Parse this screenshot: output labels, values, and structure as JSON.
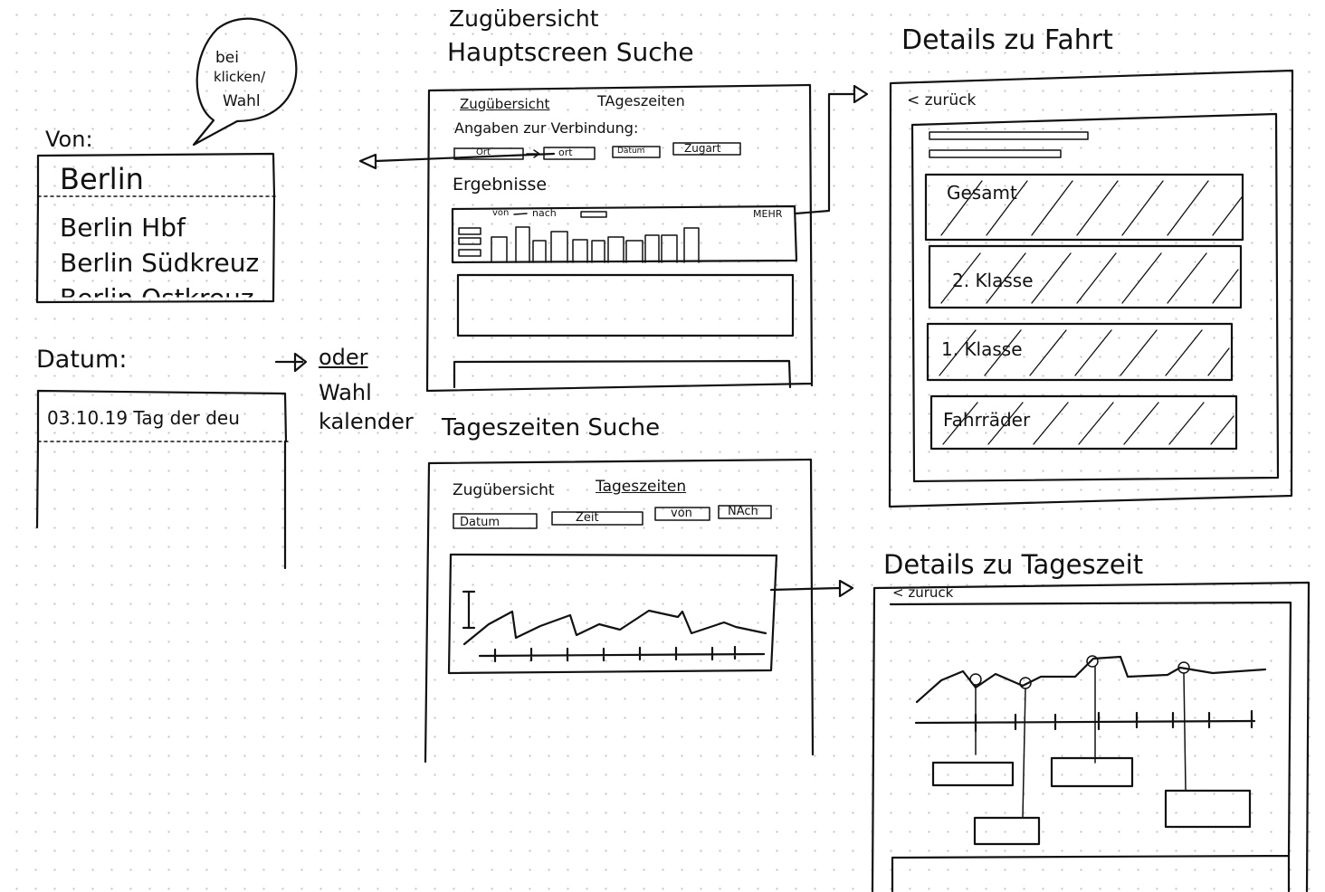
{
  "bubble": [
    "bei",
    "klicken/",
    "Wahl"
  ],
  "search": {
    "von_label": "Von:",
    "input_value": "Berlin",
    "suggestions": [
      "Berlin Hbf",
      "Berlin Südkreuz",
      "Berlin Ostkreuz"
    ],
    "datum_label": "Datum:",
    "date_value": "03.10.19 Tag der deu",
    "oder": "oder",
    "wahl": "Wahl",
    "kalender": "kalender"
  },
  "main_screen": {
    "caption_line1": "Zugübersicht",
    "caption_line2": "Hauptscreen Suche",
    "tab_active": "Zugübersicht",
    "tab_other": "TAgeszeiten",
    "angaben_label": "Angaben zur Verbindung:",
    "fields": [
      "Ort",
      "ort",
      "Datum",
      "Zugart"
    ],
    "results_label": "Ergebnisse",
    "result_von": "von",
    "result_nach": "nach",
    "mehr": "MEHR"
  },
  "tageszeiten_screen": {
    "caption": "Tageszeiten Suche",
    "tab_other": "Zugübersicht",
    "tab_active": "Tageszeiten",
    "fields": [
      "Datum",
      "Zeit",
      "von",
      "NAch"
    ]
  },
  "details_fahrt": {
    "caption": "Details zu Fahrt",
    "back": "< zurück",
    "sections": [
      "Gesamt",
      "2. Klasse",
      "1. Klasse",
      "Fahrräder"
    ]
  },
  "details_tageszeit": {
    "caption": "Details zu Tageszeit",
    "back": "< zurück"
  }
}
